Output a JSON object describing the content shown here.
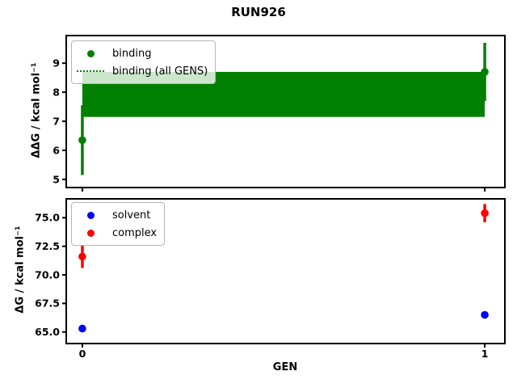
{
  "title": "RUN926",
  "colors": {
    "binding": "#008000",
    "solvent": "#0000ff",
    "complex": "#ff0000",
    "axes": "#000000",
    "legend_border": "#b7b7b7"
  },
  "chart_data": [
    {
      "type": "scatter",
      "title": "",
      "ylabel": "ΔΔG / kcal mol⁻¹",
      "xlabel": "",
      "xlim": [
        -0.04,
        1.05
      ],
      "ylim": [
        4.72,
        9.95
      ],
      "yticks": [
        5,
        6,
        7,
        8,
        9
      ],
      "ytick_labels": [
        "5",
        "6",
        "7",
        "8",
        "9"
      ],
      "xticks": [
        0,
        1
      ],
      "xtick_labels": [],
      "grid": false,
      "legend_position": "upper left",
      "series": [
        {
          "name": "binding",
          "color": "#008000",
          "marker": "circle",
          "x": [
            0,
            1
          ],
          "y": [
            6.35,
            8.7
          ],
          "yerr": [
            1.2,
            1.0
          ]
        }
      ],
      "band": {
        "name": "binding (all GENS)",
        "color": "#008000",
        "style": "dotted",
        "x": [
          0,
          1
        ],
        "y_low": 7.15,
        "y_high": 8.7,
        "y_mean": 7.93
      },
      "legend": [
        {
          "label": "binding",
          "marker": "circle",
          "color": "#008000"
        },
        {
          "label": "binding (all GENS)",
          "marker": "dotted-line",
          "color": "#008000"
        }
      ]
    },
    {
      "type": "scatter",
      "title": "",
      "ylabel": "ΔG / kcal mol⁻¹",
      "xlabel": "GEN",
      "xlim": [
        -0.04,
        1.05
      ],
      "ylim": [
        63.99,
        76.65
      ],
      "yticks": [
        65.0,
        67.5,
        70.0,
        72.5,
        75.0
      ],
      "ytick_labels": [
        "65.0",
        "67.5",
        "70.0",
        "72.5",
        "75.0"
      ],
      "xticks": [
        0,
        1
      ],
      "xtick_labels": [
        "0",
        "1"
      ],
      "grid": false,
      "legend_position": "upper left",
      "series": [
        {
          "name": "solvent",
          "color": "#0000ff",
          "marker": "circle",
          "x": [
            0,
            1
          ],
          "y": [
            65.3,
            66.5
          ],
          "yerr": [
            0,
            0
          ]
        },
        {
          "name": "complex",
          "color": "#ff0000",
          "marker": "circle",
          "x": [
            0,
            1
          ],
          "y": [
            71.6,
            75.4
          ],
          "yerr": [
            1.0,
            0.8
          ]
        }
      ],
      "legend": [
        {
          "label": "solvent",
          "marker": "circle",
          "color": "#0000ff"
        },
        {
          "label": "complex",
          "marker": "circle",
          "color": "#ff0000"
        }
      ]
    }
  ]
}
